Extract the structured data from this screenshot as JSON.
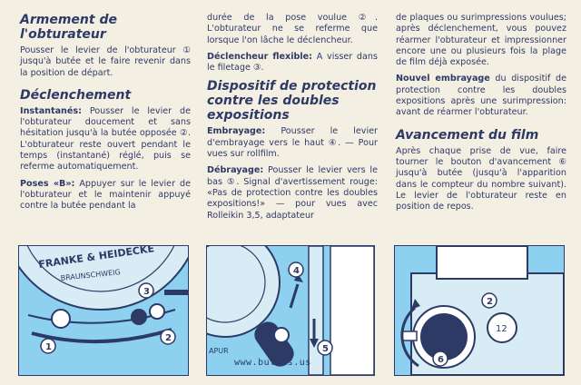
{
  "col1": {
    "h_armement": "Armement de l'obturateur",
    "p_armement": "Pousser le levier de l'obturateur ① jusqu'à butée et le faire revenir dans la position de départ.",
    "h_declenchement": "Déclenchement",
    "lead_instantanes": "Instantanés:",
    "p_instantanes": " Pousser le levier de l'obturateur doucement et sans hésitation jusqu'à la butée opposée ②. L'obturateur reste ouvert pendant le temps (instantané) réglé, puis se referme automatiquement.",
    "lead_poses": "Poses «B»:",
    "p_poses": " Appuyer sur le levier de l'obturateur et le maintenir appuyé contre la butée pendant la"
  },
  "col2": {
    "p_cont": "durée de la pose voulue ②. L'obturateur ne se referme que lorsque l'on lâche le déclencheur.",
    "lead_flexible": "Déclencheur flexible:",
    "p_flexible": " A visser dans le filetage ③.",
    "h_dispositif": "Dispositif de protection contre les doubles expositions",
    "lead_embrayage": "Embrayage:",
    "p_embrayage": " Pousser le levier d'embrayage vers le haut ④. — Pour vues sur rollfilm.",
    "lead_debrayage": "Débrayage:",
    "p_debrayage": " Pousser le levier vers le bas ⑤. Signal d'avertissement rouge: «Pas de protection contre les doubles expositions!» — pour vues avec Rolleikin 3,5, adaptateur"
  },
  "col3": {
    "p_cont": "de plaques ou surimpressions voulues; après déclenchement, vous pouvez réarmer l'obturateur et impressionner encore une ou plusieurs fois la plage de film déjà exposée.",
    "lead_nouvel": "Nouvel embrayage",
    "p_nouvel": " du dispositif de protection contre les doubles expositions après une surimpression: avant de réarmer l'obturateur.",
    "h_avancement": "Avancement du film",
    "p_avancement": "Après chaque prise de vue, faire tourner le bouton d'avancement ⑥ jusqu'à butée (jusqu'à l'apparition dans le compteur du nombre suivant). Le levier de l'obturateur reste en position de repos."
  },
  "figures": {
    "brand": "FRANKE & HEIDECKE",
    "city": "BRAUNSCHWEIG",
    "lens_text": "APUR",
    "counter_num": "12",
    "n1": "1",
    "n2": "2",
    "n3": "3",
    "n4": "4",
    "n5": "5",
    "n6": "6"
  },
  "watermark": "www.butkus.us",
  "colors": {
    "ink": "#2d3a66",
    "panel": "#8dd0f0",
    "paper": "#f4efe3"
  }
}
